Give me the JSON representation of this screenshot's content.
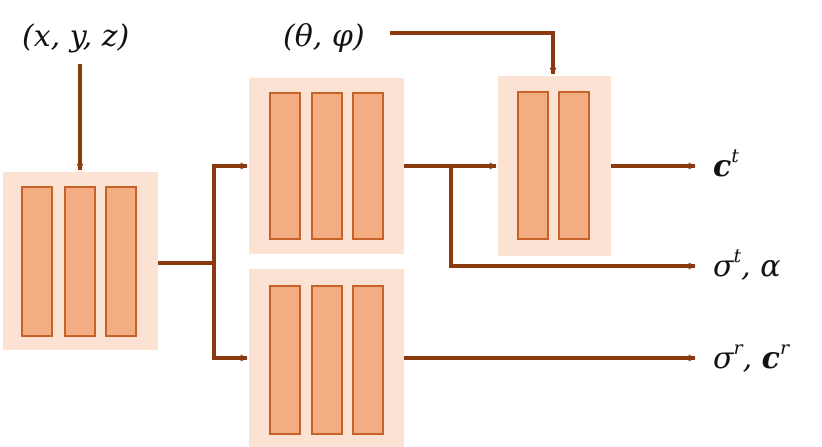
{
  "inputs": {
    "position": "(x, y, z)",
    "direction": "(θ, φ)"
  },
  "outputs": {
    "color_t": {
      "base": "c",
      "sup": "t"
    },
    "sigma_t_alpha": {
      "base": "σ",
      "sup": "t",
      "suffix": ", α"
    },
    "sigma_r_color_r": {
      "base": "σ",
      "sup": "r",
      "sep": ", ",
      "base2": "c",
      "sup2": "r"
    }
  },
  "colors": {
    "arrow": "#8b3a0f",
    "block_bg": "#fbe2d3",
    "bar_fill": "#f3ad83",
    "bar_stroke": "#c8622b"
  }
}
